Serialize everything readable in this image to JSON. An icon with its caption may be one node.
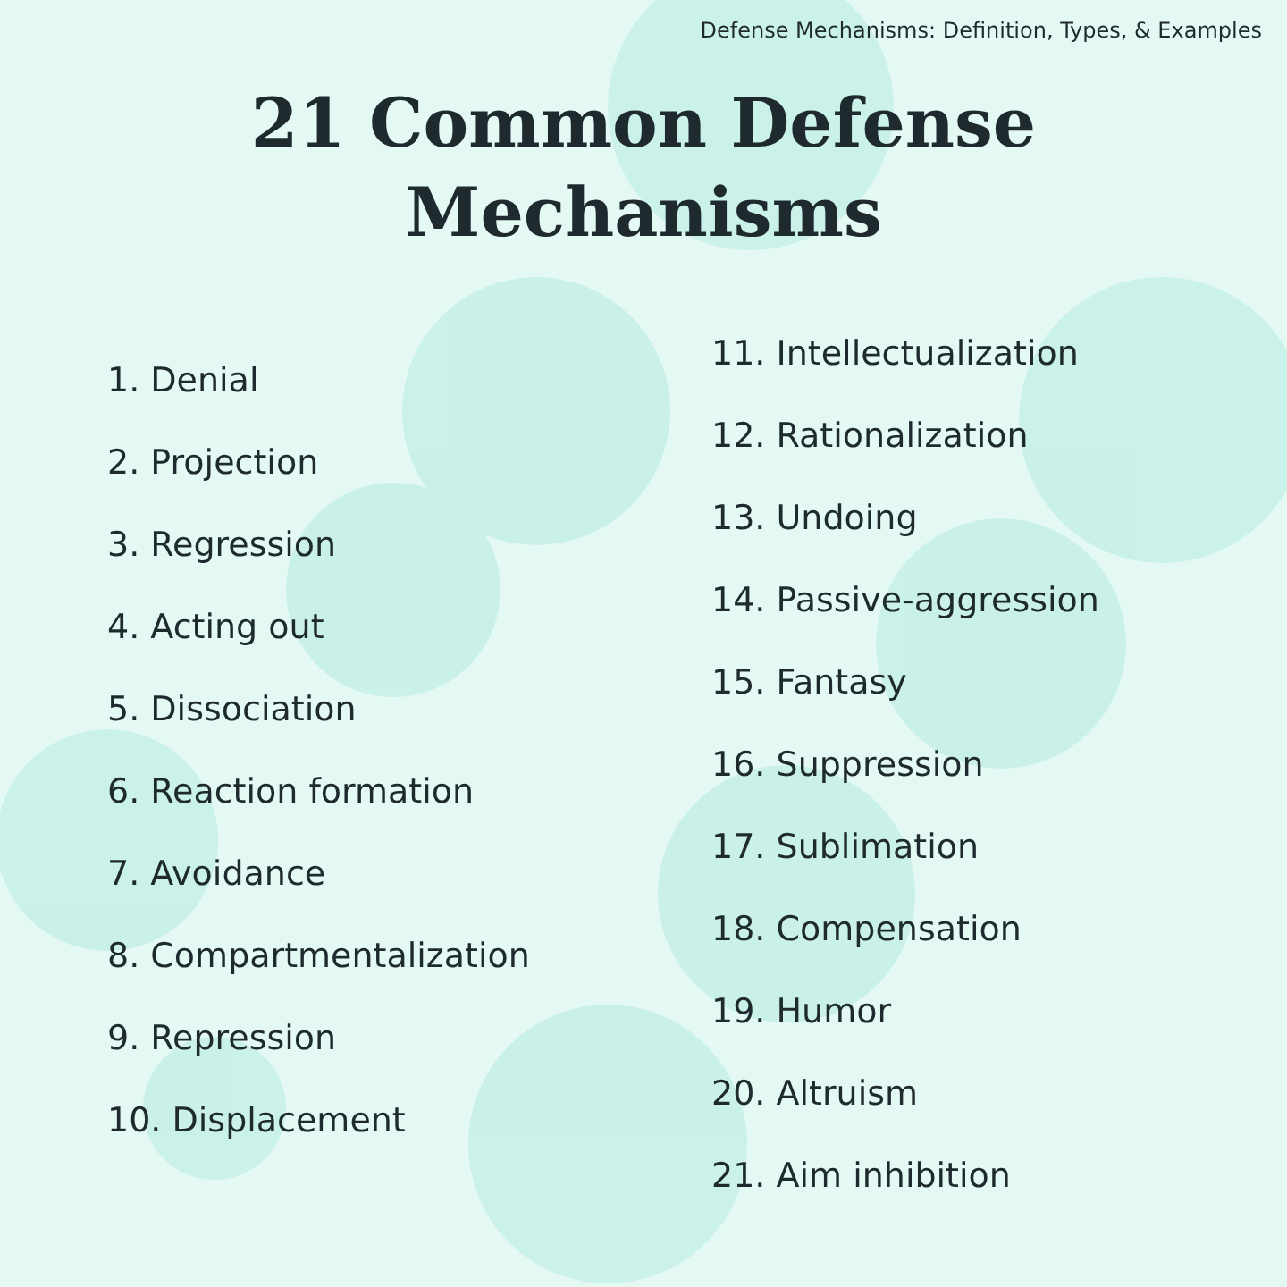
{
  "diagram": {
    "title": "21 Common Defense Mechanisms",
    "labels": [
      "Defense Mechanisms: Definition, Types, & Examples",
      "1. Denial",
      "2. Projection",
      "3. Regression",
      "4. Acting out",
      "5. Dissociation",
      "6. Reaction formation",
      "7. Avoidance",
      "8. Compartmentalization",
      "9. Repression",
      "10. Displacement",
      "11. Intellectualization",
      "12. Rationalization",
      "13. Undoing",
      "14. Passive-aggression",
      "15. Fantasy",
      "16. Suppression",
      "17. Sublimation",
      "18. Compensation",
      "19. Humor",
      "20. Altruism",
      "21. Aim inhibition"
    ]
  }
}
